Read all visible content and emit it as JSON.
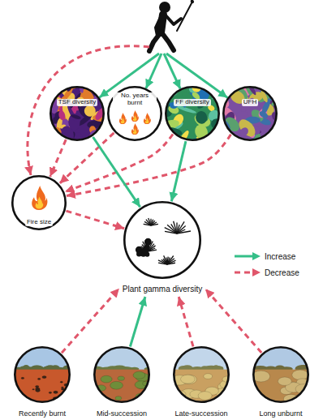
{
  "diagram": {
    "nodes": [
      {
        "text": [
          "TSF diversity"
        ]
      },
      {
        "text": [
          "No. years burnt"
        ]
      },
      {
        "text": [
          "FF diversity"
        ]
      },
      {
        "text": [
          "UFH"
        ]
      },
      {
        "text": [
          "Fire size"
        ]
      },
      {
        "text": [
          "Plant gamma diversity"
        ]
      },
      {
        "text": [
          "Recently burnt"
        ]
      },
      {
        "text": [
          "Mid-succession"
        ]
      },
      {
        "text": [
          "Late-succession"
        ]
      },
      {
        "text": [
          "Long unburnt"
        ]
      }
    ],
    "edges": [
      {
        "from": 0,
        "to": 4,
        "arrow": "to"
      },
      {
        "from": 1,
        "to": 4,
        "arrow": "to"
      },
      {
        "from": 2,
        "to": 4,
        "arrow": "to"
      },
      {
        "from": 3,
        "to": 4,
        "arrow": "to"
      },
      {
        "from": 0,
        "to": 5,
        "arrow": "to"
      },
      {
        "from": 2,
        "to": 5,
        "arrow": "to"
      },
      {
        "from": 4,
        "to": 5,
        "arrow": "to"
      },
      {
        "from": 6,
        "to": 5,
        "arrow": "to"
      },
      {
        "from": 7,
        "to": 5,
        "arrow": "to"
      },
      {
        "from": 8,
        "to": 5,
        "arrow": "to"
      },
      {
        "from": 9,
        "to": 5,
        "arrow": "to"
      }
    ],
    "legend": [
      {
        "text": "Increase"
      },
      {
        "text": "Decrease"
      }
    ]
  }
}
